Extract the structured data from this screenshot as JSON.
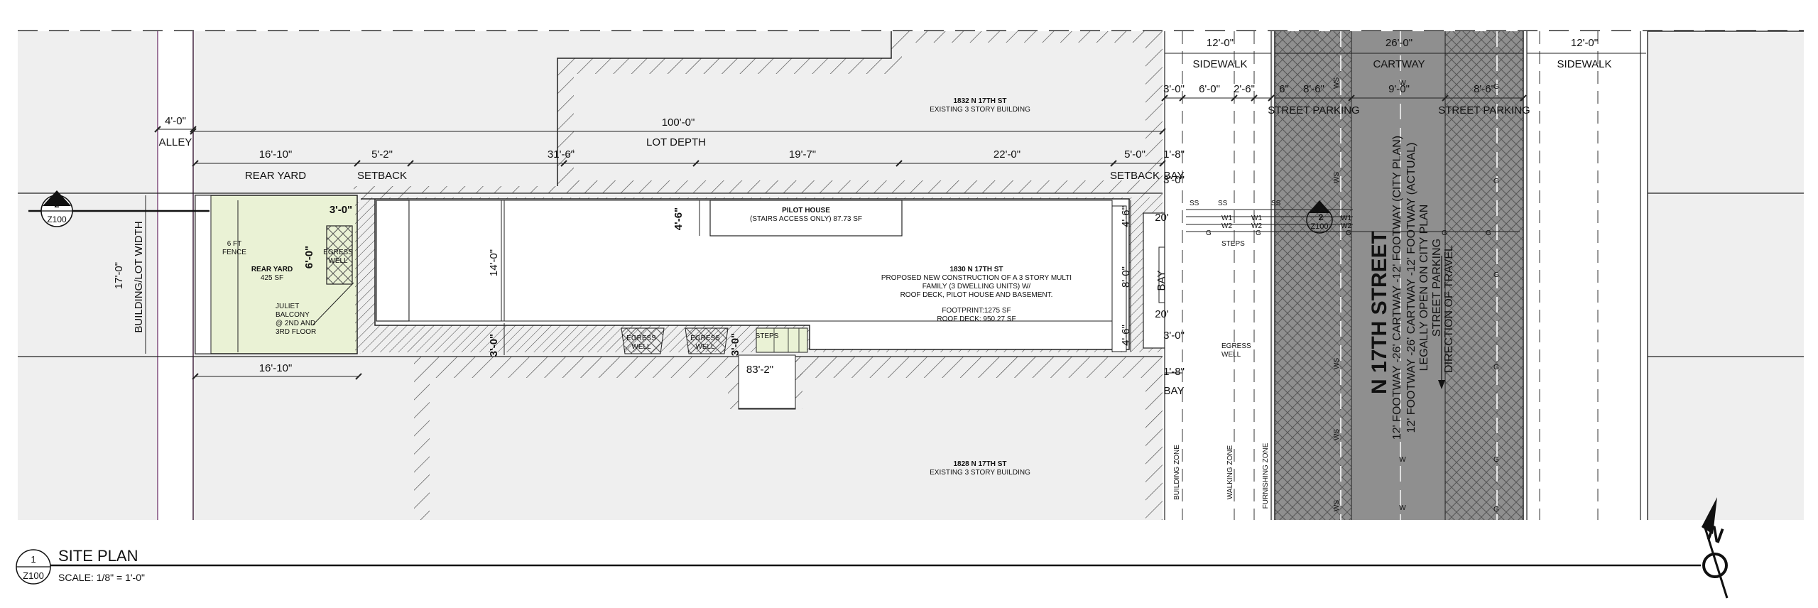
{
  "title_block": {
    "number": "1",
    "sheet": "Z100",
    "title": "SITE PLAN",
    "scale": "SCALE:  1/8\" = 1'-0\""
  },
  "section_marker": {
    "number": "2",
    "sheet": "Z100"
  },
  "section_marker_street": {
    "number": "2",
    "sheet": "Z100"
  },
  "zones": {
    "alley": "ALLEY",
    "rear_yard": "REAR YARD",
    "setback_rear": "SETBACK",
    "setback_front": "SETBACK",
    "lot_depth": "LOT DEPTH",
    "bay_top": "BAY",
    "bay_mid": "BAY",
    "bay_bottom": "BAY",
    "sidewalk_left": "SIDEWALK",
    "sidewalk_right": "SIDEWALK",
    "cartway": "CARTWAY",
    "street_parking_left": "STREET PARKING",
    "street_parking_right": "STREET PARKING",
    "building_lot_width": "BUILDING/LOT WIDTH",
    "building_zone": "BUILDING ZONE",
    "walking_zone": "WALKING ZONE",
    "furnishing_zone": "FURNISHING ZONE"
  },
  "dimensions": {
    "alley_w": "4'-0\"",
    "lot_depth": "100'-0\"",
    "rear_yard_top": "16'-10\"",
    "rear_yard_bottom": "16'-10\"",
    "setback_rear": "5'-2\"",
    "d31_6": "31'-6\"",
    "d19_7": "19'-7\"",
    "d22_0": "22'-0\"",
    "setback_front": "5'-0\"",
    "d1_8_top": "1'-8\"",
    "d1_8_bottom": "1'-8\"",
    "d3_0_front_a": "3'-0\"",
    "d3_0_front_b": "3'-0\"",
    "d3_0_front_c": "3'-0\"",
    "sidewalk_total": "12'-0\"",
    "sidewalk_right": "12'-0\"",
    "sw_6_0": "6'-0\"",
    "sw_2_6": "2'-6\"",
    "park_6": "6\"",
    "park_8_6_left": "8'-6\"",
    "cartway_26": "26'-0\"",
    "cartway_9": "9'-0\"",
    "park_8_6_right": "8'-6\"",
    "lot_width": "17'-0\"",
    "building_w": "14'-0\"",
    "well_3_0": "3'-0\"",
    "well_6_0": "6'-0\"",
    "pilot_4_6": "4'-6\"",
    "side_3_0": "3'-0\"",
    "steps_3_0": "3'-0\"",
    "d83_2": "83'-2\"",
    "bay_4_6_top": "4'-6\"",
    "bay_8_0": "8'-0\"",
    "bay_4_6_bottom": "4'-6\"",
    "d20_a": "20'",
    "d20_b": "20'"
  },
  "labels": {
    "building_top_name": "1832 N 17TH ST",
    "building_top_desc": "EXISTING 3 STORY BUILDING",
    "building_bottom_name": "1828 N 17TH ST",
    "building_bottom_desc": "EXISTING 3 STORY BUILDING",
    "pilot_name": "PILOT HOUSE",
    "pilot_desc": "(STAIRS ACCESS ONLY) 87.73 SF",
    "main_name": "1830 N 17TH ST",
    "main_desc_1": "PROPOSED NEW CONSTRUCTION OF A 3 STORY MULTI",
    "main_desc_2": "FAMILY (3 DWELLING UNITS) W/",
    "main_desc_3": "ROOF DECK, PILOT HOUSE AND BASEMENT.",
    "footprint": "FOOTPRINT:1275 SF",
    "roof_deck": "ROOF DECK: 950.27 SF",
    "rear_yard_name": "REAR YARD",
    "rear_yard_area": "425 SF",
    "fence_1": "6 FT",
    "fence_2": "FENCE",
    "egress_1": "EGRESS",
    "egress_2": "WELL",
    "egress_a1": "EGRESS",
    "egress_a2": "WELL",
    "egress_b1": "EGRESS",
    "egress_b2": "WELL",
    "egress_front_1": "EGRESS",
    "egress_front_2": "WELL",
    "juliet_1": "JULIET",
    "juliet_2": "BALCONY",
    "juliet_3": "@ 2ND AND",
    "juliet_4": "3RD FLOOR",
    "steps_rear": "STEPS",
    "steps_front": "STEPS",
    "street_name": "N 17TH STREET",
    "street_note_1": "12' FOOTWAY -26' CARTWAY -12' FOOTWAY (CITY PLAN)",
    "street_note_2": "12' FOOTWAY -26' CARTWAY -12' FOOTWAY (ACTUAL)",
    "street_note_3": "LEGALLY OPEN ON CITY PLAN",
    "street_note_4": "STREET PARKING",
    "direction": "DIRECTION OF TRAVEL",
    "ss": "SS",
    "ws": "WS",
    "w": "W",
    "w1": "W1",
    "w2": "W2",
    "g": "G",
    "north": "N"
  },
  "colors": {
    "line": "#222222",
    "fill_gray": "#efefef",
    "rear_yard": "#eaf2d5",
    "street": "#8f8f8f",
    "parking": "#a3a3a3",
    "alley_line": "#e070d8"
  }
}
